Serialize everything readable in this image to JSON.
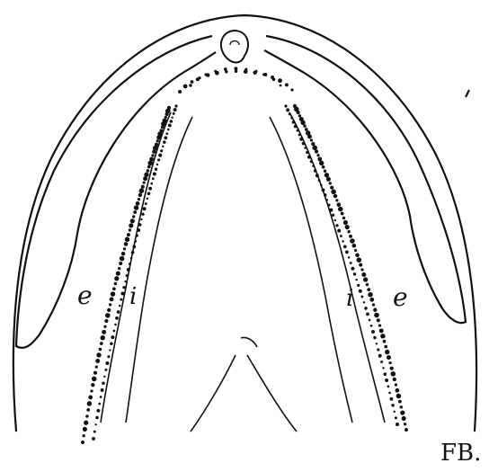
{
  "figure": {
    "ink_color": "#111111",
    "background_color": "#ffffff",
    "labels": {
      "left_outer": "e",
      "left_inner": "i",
      "right_inner": "i",
      "right_outer": "e"
    },
    "signature": "FB."
  }
}
